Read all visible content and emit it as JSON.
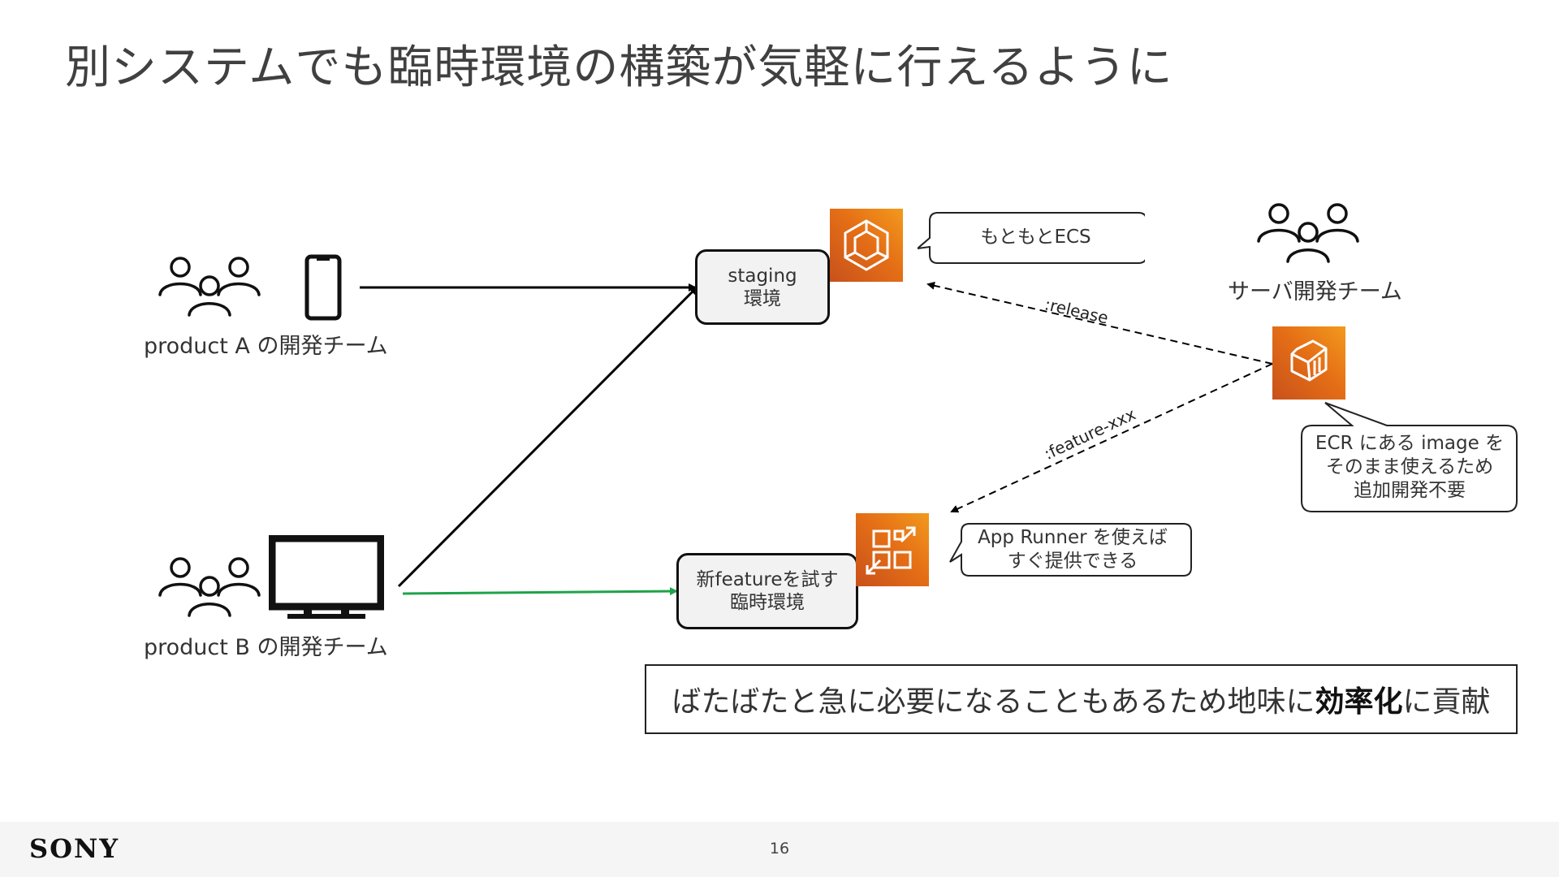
{
  "title": "別システムでも臨時環境の構築が気軽に行えるように",
  "teams": {
    "product_a": "product A の開発チーム",
    "product_b": "product B の開発チーム",
    "server": "サーバ開発チーム"
  },
  "environments": {
    "staging": [
      "staging",
      "環境"
    ],
    "feature": [
      "新featureを試す",
      "臨時環境"
    ]
  },
  "callouts": {
    "ecs": "もともとECS",
    "app_runner": [
      "App Runner を使えば",
      "すぐ提供できる"
    ],
    "ecr": [
      "ECR にある image を",
      "そのまま使えるため",
      "追加開発不要"
    ]
  },
  "edge_labels": {
    "release": ":release",
    "feature": ":feature-xxx"
  },
  "summary": {
    "prefix": "ばたばたと急に必要になることもあるため地味に",
    "emphasis": "効率化",
    "suffix": "に貢献"
  },
  "footer": {
    "brand": "SONY",
    "page": "16"
  },
  "icons": {
    "people": "people-group-icon",
    "phone": "smartphone-icon",
    "monitor": "monitor-icon",
    "ecs": "aws-ecs-icon",
    "ecr": "aws-ecr-icon",
    "app_runner": "aws-app-runner-icon"
  },
  "colors": {
    "aws_orange": "#e56f16",
    "green_arrow": "#1fa34a",
    "box_fill": "#f2f2f2"
  }
}
